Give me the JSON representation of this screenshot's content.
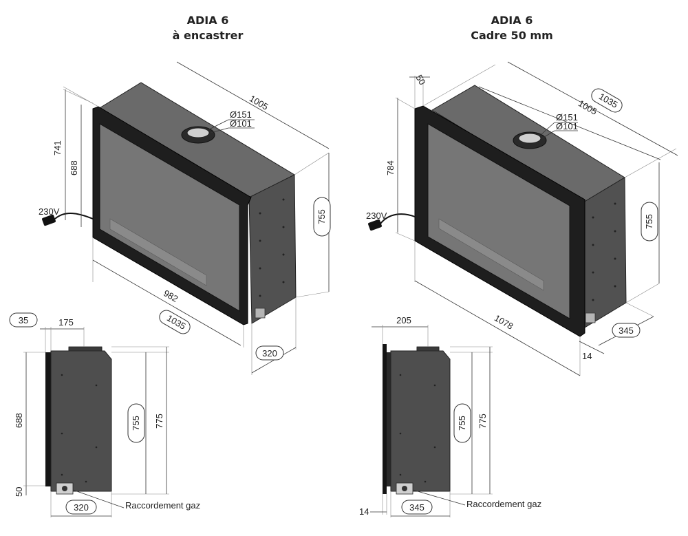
{
  "titles": {
    "left": {
      "line1": "ADIA 6",
      "line2": "à encastrer"
    },
    "right": {
      "line1": "ADIA 6",
      "line2": "Cadre 50 mm"
    }
  },
  "left_iso": {
    "width_top": "1005",
    "height_total": "741",
    "height_glass": "688",
    "flue_outer": "Ø151",
    "flue_inner": "Ø101",
    "power": "230V",
    "height_side": "755",
    "width_front": "982",
    "width_overall": "1035",
    "depth": "320"
  },
  "right_iso": {
    "frame": "50",
    "width_frame": "1035",
    "width_top": "1005",
    "flue_outer": "Ø151",
    "flue_inner": "Ø101",
    "height_total": "784",
    "power": "230V",
    "height_side": "755",
    "width_front": "1078",
    "depth": "345",
    "frame_depth": "14"
  },
  "left_side": {
    "offset_front": "35",
    "flue_offset": "175",
    "height_glass": "688",
    "height_base": "50",
    "height_body": "755",
    "height_total": "775",
    "depth": "320",
    "gas_label": "Raccordement gaz"
  },
  "right_side": {
    "flue_offset": "205",
    "height_body": "755",
    "height_total": "775",
    "frame_depth": "14",
    "depth": "345",
    "gas_label": "Raccordement gaz"
  }
}
